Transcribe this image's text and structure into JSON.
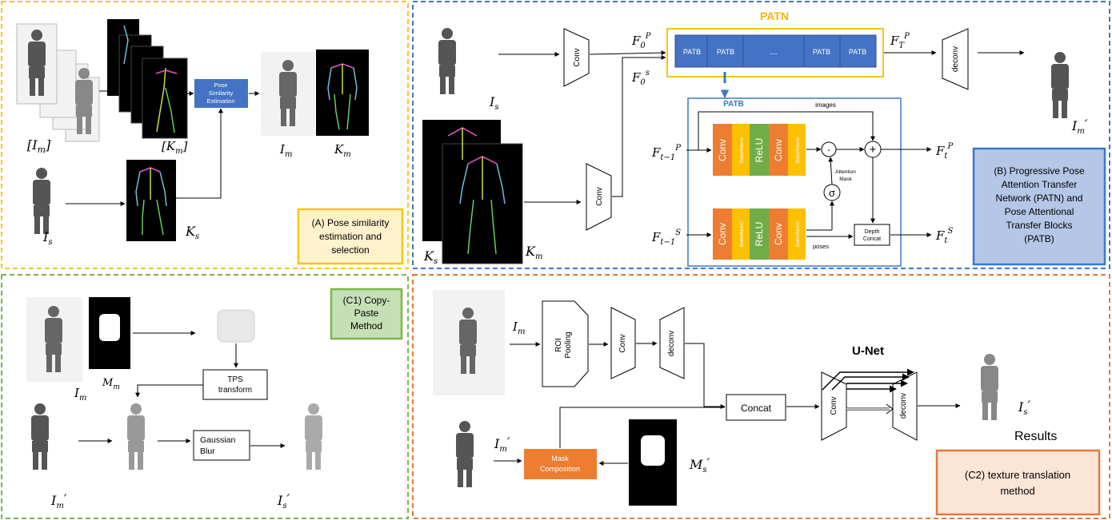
{
  "panel_a": {
    "caption": "(A) Pose similarity estimation and selection",
    "caption_lines": [
      "(A) Pose similarity",
      "estimation and",
      "selection"
    ],
    "pose_block": [
      "Pose",
      "Similarity",
      "Estimation"
    ],
    "labels": {
      "im_set": "[I_m]",
      "km_set": "[K_m]",
      "im": "I_m",
      "km": "K_m",
      "is": "I_s",
      "ks": "K_s"
    }
  },
  "panel_b": {
    "caption": "(B) Progressive Pose Attention Transfer Network (PATN) and Pose Attentional Transfer Blocks (PATB)",
    "caption_lines": [
      "(B) Progressive Pose",
      "Attention Transfer",
      "Network (PATN) and",
      "Pose Attentional",
      "Transfer Blocks",
      "(PATB)"
    ],
    "patn_title": "PATN",
    "patb_title": "PATB",
    "patn_cells": [
      "PATB",
      "PATB",
      "...",
      "PATB",
      "PATB"
    ],
    "conv": "Conv",
    "deconv": "deconv",
    "images_label": "images",
    "poses_label": "poses",
    "attention_mask": [
      "Attention",
      "Mask"
    ],
    "depth_concat": [
      "Depth",
      "Concat"
    ],
    "block_layers": [
      "Conv",
      "BatchNorm",
      "ReLU",
      "Conv",
      "BatchNorm"
    ],
    "ops": {
      "dot": "·",
      "plus": "+",
      "sigma": "σ"
    },
    "labels": {
      "f0p": "F_0^P",
      "f0s": "F_0^s",
      "ftp_out": "F_T^P",
      "ftm1p": "F_{t-1}^P",
      "ftp": "F_t^P",
      "ftm1s": "F_{t-1}^S",
      "fts": "F_t^S",
      "is": "I_s",
      "ks": "K_s",
      "km": "K_m",
      "im_prime": "I_m'"
    }
  },
  "panel_c1": {
    "caption": "(C1) Copy-Paste Method",
    "caption_lines": [
      "(C1) Copy-",
      "Paste",
      "Method"
    ],
    "tps": [
      "TPS",
      "transform"
    ],
    "blur": [
      "Gaussian",
      "Blur"
    ],
    "labels": {
      "mm": "M_m",
      "im": "I_m",
      "im_prime": "I_m'",
      "is_prime": "I_s'"
    }
  },
  "panel_c2": {
    "caption": "(C2) texture translation method",
    "caption_lines": [
      "(C2) texture translation",
      "method"
    ],
    "roi": [
      "ROI",
      "Pooling"
    ],
    "conv": "Conv",
    "deconv": "deconv",
    "concat": "Concat",
    "unet_title": "U-Net",
    "mask_comp": [
      "Mask",
      "Composition"
    ],
    "results": "Results",
    "labels": {
      "im": "I_m",
      "im_prime": "I_m'",
      "ms_prime": "M_s'",
      "is_prime": "I_s'"
    }
  },
  "colors": {
    "panel_a_border": "#f5c518",
    "panel_b_border": "#3a78c9",
    "panel_c1_border": "#7ab648",
    "panel_c2_border": "#e07b39",
    "patb_blue": "#4472c4",
    "conv_orange": "#ed7d31",
    "batchnorm_yellow": "#ffc000",
    "relu_green": "#70ad47"
  }
}
